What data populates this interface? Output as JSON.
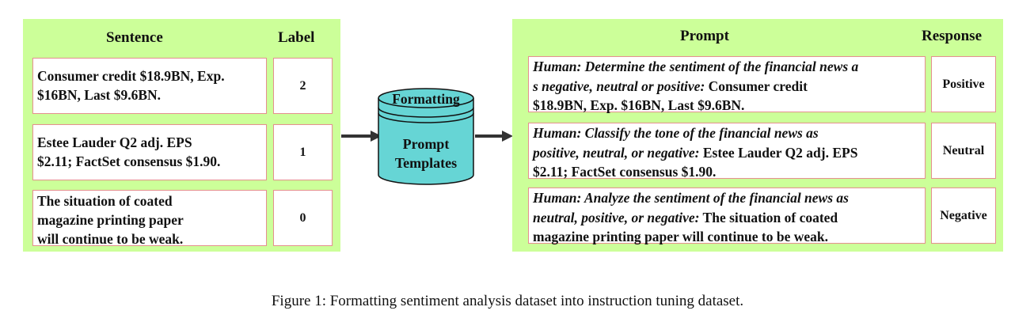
{
  "left_table": {
    "header_sentence": "Sentence",
    "header_label": "Label",
    "rows": [
      {
        "sentence_lines": [
          "Consumer credit $18.9BN, Exp.",
          "$16BN, Last $9.6BN."
        ],
        "label": "2"
      },
      {
        "sentence_lines": [
          "Estee Lauder Q2 adj. EPS",
          "$2.11; FactSet consensus $1.90."
        ],
        "label": "1"
      },
      {
        "sentence_lines": [
          "The situation of coated",
          "magazine printing paper",
          "will continue to be weak."
        ],
        "label": "0"
      }
    ]
  },
  "cylinder": {
    "top_label": "Formatting",
    "body_line1": "Prompt",
    "body_line2": "Templates",
    "fill_color": "#66d5d5"
  },
  "right_table": {
    "header_prompt": "Prompt",
    "header_response": "Response",
    "rows": [
      {
        "lines": [
          {
            "italic": "Human: Determine the sentiment of the financial news a",
            "plain": ""
          },
          {
            "italic": "s negative, neutral or positive:",
            "plain": " Consumer credit"
          },
          {
            "italic": "",
            "plain": "$18.9BN, Exp. $16BN, Last $9.6BN."
          }
        ],
        "response": "Positive"
      },
      {
        "lines": [
          {
            "italic": "Human: Classify the tone of the financial news as",
            "plain": ""
          },
          {
            "italic": "positive, neutral, or negative:",
            "plain": " Estee Lauder Q2 adj. EPS"
          },
          {
            "italic": "",
            "plain": "$2.11; FactSet consensus $1.90."
          }
        ],
        "response": "Neutral"
      },
      {
        "lines": [
          {
            "italic": "Human: Analyze the sentiment of the financial news as",
            "plain": ""
          },
          {
            "italic": "neutral, positive, or negative:",
            "plain": " The situation of coated"
          },
          {
            "italic": "",
            "plain": "magazine printing paper will  continue to be weak."
          }
        ],
        "response": "Negative"
      }
    ]
  },
  "caption": "Figure 1: Formatting sentiment analysis dataset into instruction tuning dataset.",
  "colors": {
    "panel": "#ccff99",
    "box_border": "#e58f8f",
    "arrow": "#333333"
  }
}
